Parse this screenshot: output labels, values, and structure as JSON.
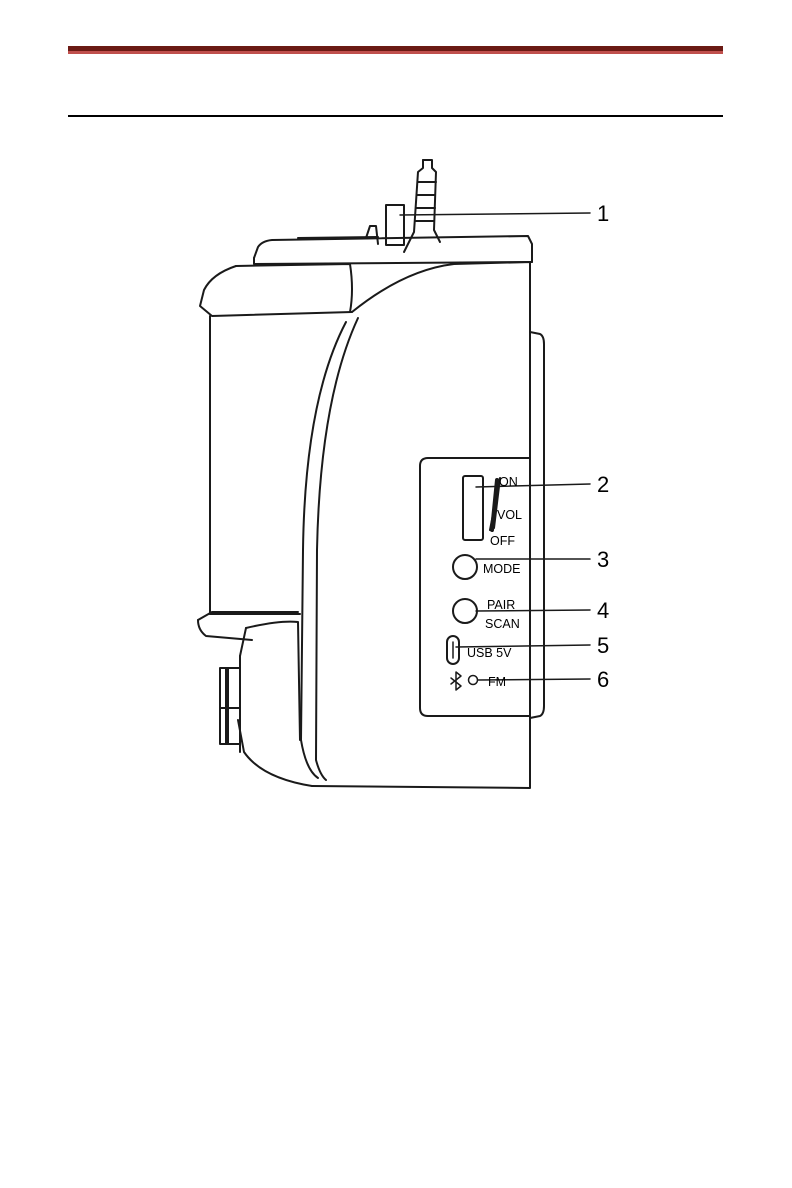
{
  "colors": {
    "header_rule_dark": "#6b1a14",
    "header_rule_light": "#c0504d",
    "line": "#1a1a1a"
  },
  "panel_labels": {
    "on": "ON",
    "vol": "VOL",
    "off": "OFF",
    "mode": "MODE",
    "pair": "PAIR",
    "scan": "SCAN",
    "usb": "USB 5V",
    "fm": "FM",
    "bluetooth_icon": "bluetooth-icon"
  },
  "callouts": [
    "1",
    "2",
    "3",
    "4",
    "5",
    "6"
  ]
}
